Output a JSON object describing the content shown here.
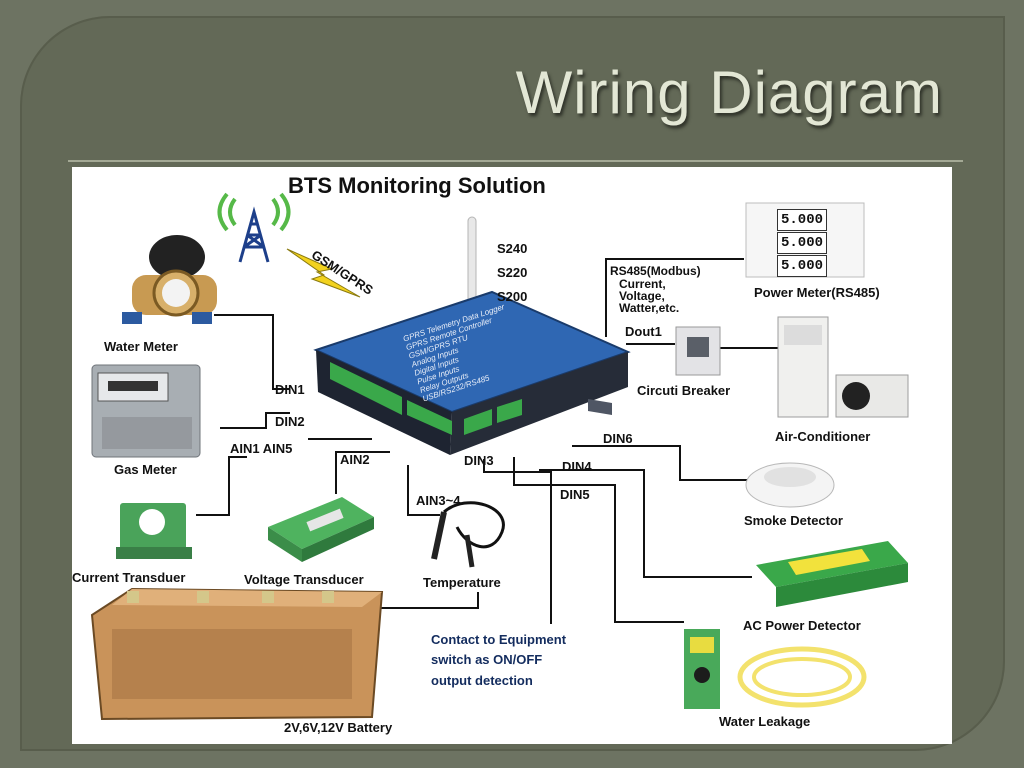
{
  "slide": {
    "title": "Wiring Diagram"
  },
  "diagram": {
    "heading": "BTS Monitoring Solution",
    "network_label": "GSM/GPRS",
    "models": [
      "S240",
      "S220",
      "S200"
    ],
    "rs485_note": [
      "RS485(Modbus)",
      "Current,",
      "Voltage,",
      "Watter,etc."
    ],
    "device_panel_lines": [
      "GPRS Telemetry Data Logger",
      "GPRS Remote Controller",
      "GSM/GPRS RTU",
      "Analog Inputs",
      "Digital Inputs",
      "Pulse Inputs",
      "Relay Outputs",
      "USB/RS232/RS485"
    ],
    "power_meter_readings": [
      "5.000",
      "5.000",
      "5.000"
    ],
    "ports": {
      "din1": "DIN1",
      "din2": "DIN2",
      "ain1_ain5": "AIN1 AIN5",
      "ain2": "AIN2",
      "din3": "DIN3",
      "ain3_4": "AIN3~4",
      "din4": "DIN4",
      "din5": "DIN5",
      "din6": "DIN6",
      "dout1": "Dout1"
    },
    "devices": {
      "water_meter": "Water Meter",
      "gas_meter": "Gas Meter",
      "current_transducer": "Current Transduer",
      "voltage_transducer": "Voltage Transducer",
      "temperature": "Temperature",
      "battery": "2V,6V,12V Battery",
      "power_meter": "Power Meter(RS485)",
      "circuit_breaker": "Circuti Breaker",
      "air_conditioner": "Air-Conditioner",
      "smoke_detector": "Smoke Detector",
      "ac_power_detector": "AC Power Detector",
      "water_leakage": "Water Leakage"
    },
    "contact_note": [
      "Contact to Equipment",
      "switch as ON/OFF",
      "output detection"
    ],
    "colors": {
      "device_body": "#2f67b3",
      "terminal_green": "#3aa84a",
      "wire": "#111111",
      "note_text": "#132c5e"
    }
  }
}
